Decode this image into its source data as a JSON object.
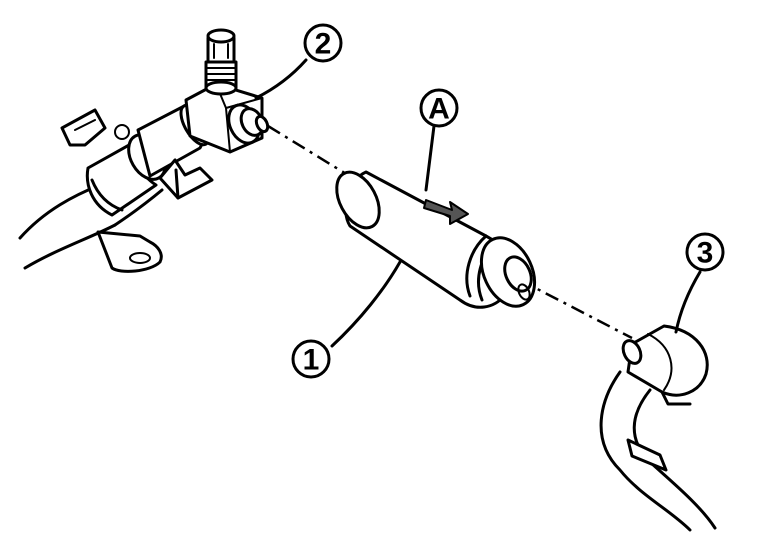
{
  "callouts": {
    "part_1": "1",
    "part_2": "2",
    "part_3": "3",
    "direction_a": "A"
  },
  "colors": {
    "line": "#000000",
    "background": "#ffffff",
    "arrow_fill": "#555555"
  }
}
